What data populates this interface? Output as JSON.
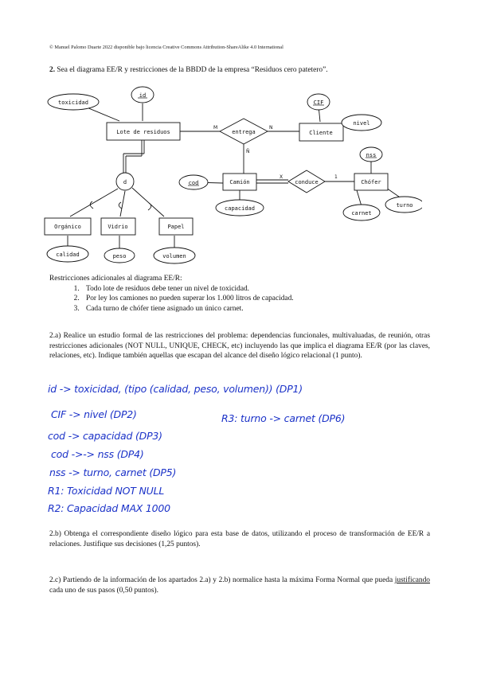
{
  "header": {
    "license": "© Manuel Palomo Duarte 2022 disponible bajo licencia Creative Commons Attribution-ShareAlike 4.0 International"
  },
  "question": {
    "number": "2.",
    "text": " Sea el diagrama EE/R y restricciones de la BBDD de la empresa “Residuos cero patetero”."
  },
  "diagram": {
    "entities": {
      "lote": "Lote de residuos",
      "cliente": "Cliente",
      "camion": "Camión",
      "chofer": "Chófer",
      "organico": "Orgánico",
      "vidrio": "Vidrio",
      "papel": "Papel"
    },
    "relationships": {
      "entrega": "entrega",
      "conduce": "conduce"
    },
    "attributes": {
      "toxicidad": "toxicidad",
      "id": "id",
      "cif": "CIF",
      "nivel": "nivel",
      "cod": "cod",
      "capacidad": "capacidad",
      "nss": "nss",
      "carnet": "carnet",
      "turno": "turno",
      "calidad": "calidad",
      "peso": "peso",
      "volumen": "volumen"
    },
    "cardinalities": {
      "entrega_lote": "M",
      "entrega_cliente": "N",
      "entrega_camion": "Ñ",
      "conduce_camion": "X",
      "conduce_chofer": "1"
    },
    "specialization": "d"
  },
  "restrictions": {
    "title": "Restricciones adicionales al diagrama EE/R:",
    "items": [
      "Todo lote de residuos debe tener un nivel de toxicidad.",
      "Por ley los camiones no pueden superar los 1.000 litros de capacidad.",
      "Cada turno de chófer tiene asignado un único carnet."
    ]
  },
  "part_a": {
    "text": "2.a) Realice un estudio formal de las restricciones del problema: dependencias funcionales, multivaluadas, de reunión, otras restricciones adicionales (NOT NULL, UNIQUE, CHECK, etc) incluyendo las que implica el diagrama EE/R (por las claves, relaciones, etc). Indique también aquellas que escapan del alcance del diseño lógico relacional (1 punto)."
  },
  "handwriting": {
    "line1": "id -> toxicidad, (tipo (calidad, peso, volumen)) (DP1)",
    "line2": "CIF -> nivel (DP2)",
    "line3": "cod -> capacidad (DP3)",
    "line4": "cod ->-> nss (DP4)",
    "line5": "nss -> turno, carnet (DP5)",
    "line6": "R1: Toxicidad NOT NULL",
    "line7": "R2: Capacidad MAX 1000",
    "line8": "R3: turno -> carnet (DP6)"
  },
  "part_b": {
    "text": "2.b) Obtenga el correspondiente diseño lógico para esta base de datos, utilizando el proceso de transformación de EE/R a relaciones. Justifique sus decisiones (1,25 puntos)."
  },
  "part_c": {
    "before": "2.c) Partiendo de la información de los apartados 2.a) y 2.b) normalice hasta la máxima Forma Normal que pueda ",
    "underlined": "justificando",
    "after": " cada uno de sus pasos (0,50 puntos)."
  }
}
